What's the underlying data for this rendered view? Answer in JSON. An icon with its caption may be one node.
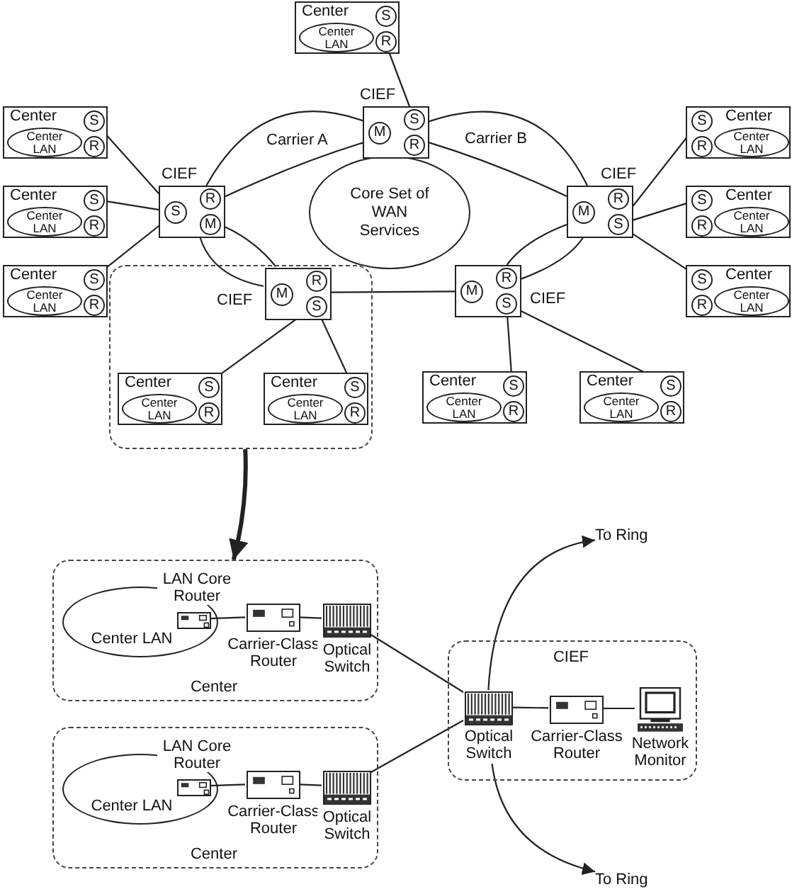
{
  "diagram": {
    "nodes": [
      {
        "text": [
          "Center"
        ]
      },
      {
        "text": [
          "S"
        ],
        "in": 0
      },
      {
        "text": [
          "R"
        ],
        "in": 0
      },
      {
        "text": [
          "Center LAN"
        ],
        "in": 0
      },
      {
        "text": [
          "CIEF"
        ]
      },
      {
        "text": [
          "M"
        ],
        "in": 4
      },
      {
        "text": [
          "S"
        ],
        "in": 4
      },
      {
        "text": [
          "R"
        ],
        "in": 4
      },
      {
        "text": [
          "Center"
        ]
      },
      {
        "text": [
          "S"
        ],
        "in": 8
      },
      {
        "text": [
          "R"
        ],
        "in": 8
      },
      {
        "text": [
          "Center LAN"
        ],
        "in": 8
      },
      {
        "text": [
          "Center"
        ]
      },
      {
        "text": [
          "S"
        ],
        "in": 12
      },
      {
        "text": [
          "R"
        ],
        "in": 12
      },
      {
        "text": [
          "Center LAN"
        ],
        "in": 12
      },
      {
        "text": [
          "CIEF"
        ]
      },
      {
        "text": [
          "S"
        ],
        "in": 16
      },
      {
        "text": [
          "R"
        ],
        "in": 16
      },
      {
        "text": [
          "M"
        ],
        "in": 16
      },
      {
        "text": [
          "CIEF"
        ]
      },
      {
        "text": [
          "M"
        ],
        "in": 20
      },
      {
        "text": [
          "R"
        ],
        "in": 20
      },
      {
        "text": [
          "S"
        ],
        "in": 20
      },
      {
        "text": [
          "Core Set of WAN Services"
        ]
      },
      {
        "text": [
          "Center"
        ]
      },
      {
        "text": [
          "S"
        ],
        "in": 25
      },
      {
        "text": [
          "R"
        ],
        "in": 25
      },
      {
        "text": [
          "Center LAN"
        ],
        "in": 25
      },
      {
        "text": [
          "Center"
        ]
      },
      {
        "text": [
          "S"
        ],
        "in": 29
      },
      {
        "text": [
          "R"
        ],
        "in": 29
      },
      {
        "text": [
          "Center LAN"
        ],
        "in": 29
      },
      {
        "text": [
          "Center"
        ]
      },
      {
        "text": [
          "S"
        ],
        "in": 33
      },
      {
        "text": [
          "R"
        ],
        "in": 33
      },
      {
        "text": [
          "Center LAN"
        ],
        "in": 33
      },
      {
        "text": [
          "Center"
        ]
      },
      {
        "text": [
          "S"
        ],
        "in": 37
      },
      {
        "text": [
          "R"
        ],
        "in": 37
      },
      {
        "text": [
          "Center LAN"
        ],
        "in": 37
      },
      {
        "text": [],
        "shape": "box"
      },
      {
        "text": [
          "CIEF"
        ],
        "in": 41
      },
      {
        "text": [
          "M"
        ],
        "in": 42
      },
      {
        "text": [
          "R"
        ],
        "in": 42
      },
      {
        "text": [
          "S"
        ],
        "in": 42
      },
      {
        "text": [
          "CIEF"
        ]
      },
      {
        "text": [
          "M"
        ],
        "in": 46
      },
      {
        "text": [
          "R"
        ],
        "in": 46
      },
      {
        "text": [
          "S"
        ],
        "in": 46
      },
      {
        "text": [
          "Center"
        ],
        "in": 41
      },
      {
        "text": [
          "S"
        ],
        "in": 50
      },
      {
        "text": [
          "R"
        ],
        "in": 50
      },
      {
        "text": [
          "Center LAN"
        ],
        "in": 50
      },
      {
        "text": [
          "Center"
        ],
        "in": 41
      },
      {
        "text": [
          "S"
        ],
        "in": 54
      },
      {
        "text": [
          "R"
        ],
        "in": 54
      },
      {
        "text": [
          "Center LAN"
        ],
        "in": 54
      },
      {
        "text": [
          "Center"
        ]
      },
      {
        "text": [
          "S"
        ],
        "in": 58
      },
      {
        "text": [
          "R"
        ],
        "in": 58
      },
      {
        "text": [
          "Center LAN"
        ],
        "in": 58
      },
      {
        "text": [
          "Center"
        ]
      },
      {
        "text": [
          "S"
        ],
        "in": 62
      },
      {
        "text": [
          "R"
        ],
        "in": 62
      },
      {
        "text": [
          "Center LAN"
        ],
        "in": 62
      },
      {
        "text": [
          "To Ring"
        ]
      },
      {
        "text": [
          "Center"
        ]
      },
      {
        "text": [
          "Center LAN"
        ],
        "in": 67
      },
      {
        "text": [
          "LAN Core Router"
        ],
        "in": 67
      },
      {
        "text": [
          "Carrier-Class Router"
        ],
        "in": 67
      },
      {
        "text": [
          "Optical Switch"
        ],
        "in": 67
      },
      {
        "text": [
          "CIEF"
        ]
      },
      {
        "text": [
          "Optical Switch"
        ],
        "in": 72
      },
      {
        "text": [
          "Carrier-Class Router"
        ],
        "in": 72
      },
      {
        "text": [
          "Network Monitor"
        ],
        "in": 72
      },
      {
        "text": [
          "Center"
        ]
      },
      {
        "text": [
          "Center LAN"
        ],
        "in": 76
      },
      {
        "text": [
          "LAN Core Router"
        ],
        "in": 76
      },
      {
        "text": [
          "Carrier-Class Router"
        ],
        "in": 76
      },
      {
        "text": [
          "Optical Switch"
        ],
        "in": 76
      },
      {
        "text": [
          "To Ring"
        ]
      }
    ],
    "edges": [
      {
        "from": 2,
        "to": 6,
        "arrow": "none"
      },
      {
        "from": 9,
        "to": 17,
        "arrow": "none"
      },
      {
        "from": 26,
        "to": 17,
        "arrow": "none"
      },
      {
        "from": 34,
        "to": 17,
        "arrow": "none"
      },
      {
        "from": 13,
        "to": 23,
        "arrow": "none"
      },
      {
        "from": 30,
        "to": 23,
        "arrow": "none"
      },
      {
        "from": 38,
        "to": 23,
        "arrow": "none"
      },
      {
        "from": 45,
        "to": 51,
        "arrow": "none"
      },
      {
        "from": 45,
        "to": 55,
        "arrow": "none"
      },
      {
        "from": 49,
        "to": 59,
        "arrow": "none"
      },
      {
        "from": 49,
        "to": 63,
        "arrow": "none"
      },
      {
        "from": 4,
        "to": 16,
        "arrow": "none"
      },
      {
        "from": 4,
        "to": 16,
        "arrow": "none"
      },
      {
        "from": 4,
        "to": 20,
        "arrow": "none"
      },
      {
        "from": 4,
        "to": 20,
        "arrow": "none"
      },
      {
        "from": 16,
        "to": 42,
        "arrow": "none"
      },
      {
        "from": 16,
        "to": 42,
        "arrow": "none"
      },
      {
        "from": 42,
        "to": 46,
        "arrow": "none"
      },
      {
        "from": 46,
        "to": 20,
        "arrow": "none"
      },
      {
        "from": 46,
        "to": 20,
        "arrow": "none"
      },
      {
        "from": 41,
        "to": 67,
        "arrow": "to",
        "style": "thick"
      },
      {
        "from": 69,
        "to": 70,
        "arrow": "none"
      },
      {
        "from": 70,
        "to": 71,
        "arrow": "none"
      },
      {
        "from": 71,
        "to": 73,
        "arrow": "none"
      },
      {
        "from": 80,
        "to": 73,
        "arrow": "none"
      },
      {
        "from": 78,
        "to": 79,
        "arrow": "none"
      },
      {
        "from": 79,
        "to": 80,
        "arrow": "none"
      },
      {
        "from": 73,
        "to": 74,
        "arrow": "none"
      },
      {
        "from": 74,
        "to": 75,
        "arrow": "none"
      },
      {
        "from": 73,
        "to": 66,
        "arrow": "to"
      },
      {
        "from": 73,
        "to": 81,
        "arrow": "to"
      }
    ],
    "labels": [
      "Carrier A",
      "Carrier B"
    ]
  }
}
